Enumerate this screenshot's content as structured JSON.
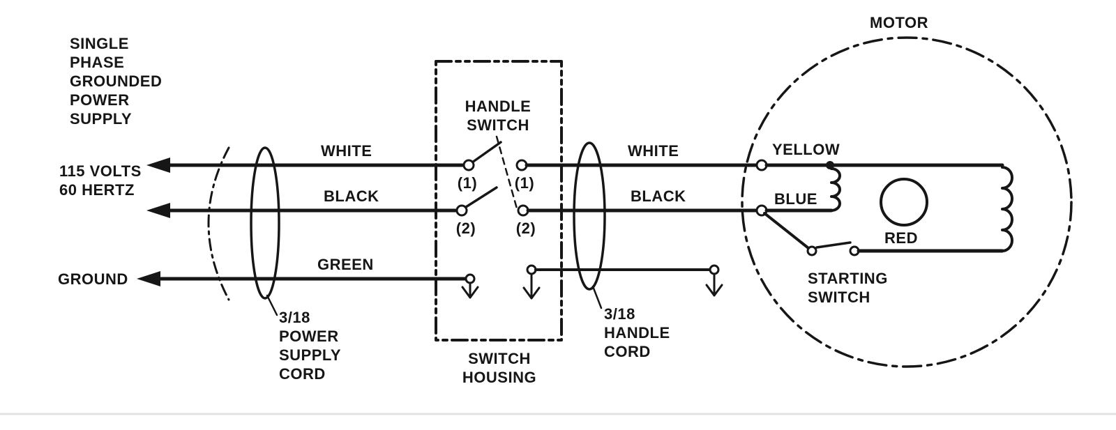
{
  "labels": {
    "power_supply": {
      "line1": "SINGLE",
      "line2": "PHASE",
      "line3": "GROUNDED",
      "line4": "POWER",
      "line5": "SUPPLY"
    },
    "voltage": {
      "line1": "115 VOLTS",
      "line2": "60 HERTZ"
    },
    "ground": "GROUND",
    "wire_white_left": "WHITE",
    "wire_black_left": "BLACK",
    "wire_green": "GREEN",
    "handle_switch": {
      "line1": "HANDLE",
      "line2": "SWITCH"
    },
    "terminals": {
      "t1_left": "(1)",
      "t1_right": "(1)",
      "t2_left": "(2)",
      "t2_right": "(2)"
    },
    "switch_housing": {
      "line1": "SWITCH",
      "line2": "HOUSING"
    },
    "power_supply_cord": {
      "line1": "3/18",
      "line2": "POWER",
      "line3": "SUPPLY",
      "line4": "CORD"
    },
    "wire_white_right": "WHITE",
    "wire_black_right": "BLACK",
    "handle_cord": {
      "line1": "3/18",
      "line2": "HANDLE",
      "line3": "CORD"
    },
    "motor": "MOTOR",
    "wire_yellow": "YELLOW",
    "wire_blue": "BLUE",
    "wire_red": "RED",
    "starting_switch": {
      "line1": "STARTING",
      "line2": "SWITCH"
    }
  },
  "colors": {
    "ink": "#161616",
    "background": "#ffffff",
    "divider": "#e2e2e2"
  }
}
